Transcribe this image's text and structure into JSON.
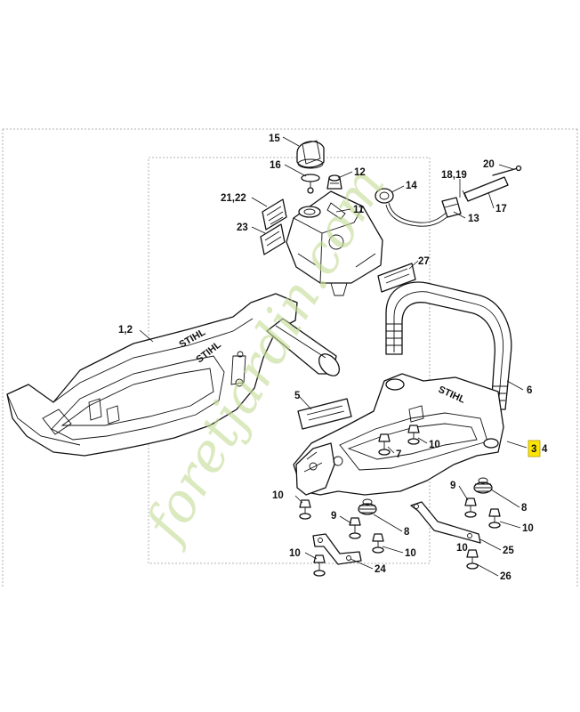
{
  "diagram": {
    "watermark": "foretjardin.com",
    "brand_marks": [
      "STIHL",
      "STIHL",
      "STIHL"
    ],
    "highlight_color": "#ffe600",
    "watermark_color": "#c6dc98",
    "callouts": {
      "c15": "15",
      "c16": "16",
      "c12": "12",
      "c11": "11",
      "c2122": "21,22",
      "c23": "23",
      "c14": "14",
      "c1819": "18,19",
      "c20": "20",
      "c17": "17",
      "c13": "13",
      "c27": "27",
      "c12main": "1,2",
      "c5": "5",
      "c6": "6",
      "c3": "3",
      "c4": "4",
      "c7": "7",
      "c10a": "10",
      "c10b": "10",
      "c9a": "9",
      "c8a": "8",
      "c10c": "10",
      "c9b": "9",
      "c8b": "8",
      "c10d": "10",
      "c10e": "10",
      "c24": "24",
      "c10f": "10",
      "c25": "25",
      "c26": "26"
    }
  }
}
